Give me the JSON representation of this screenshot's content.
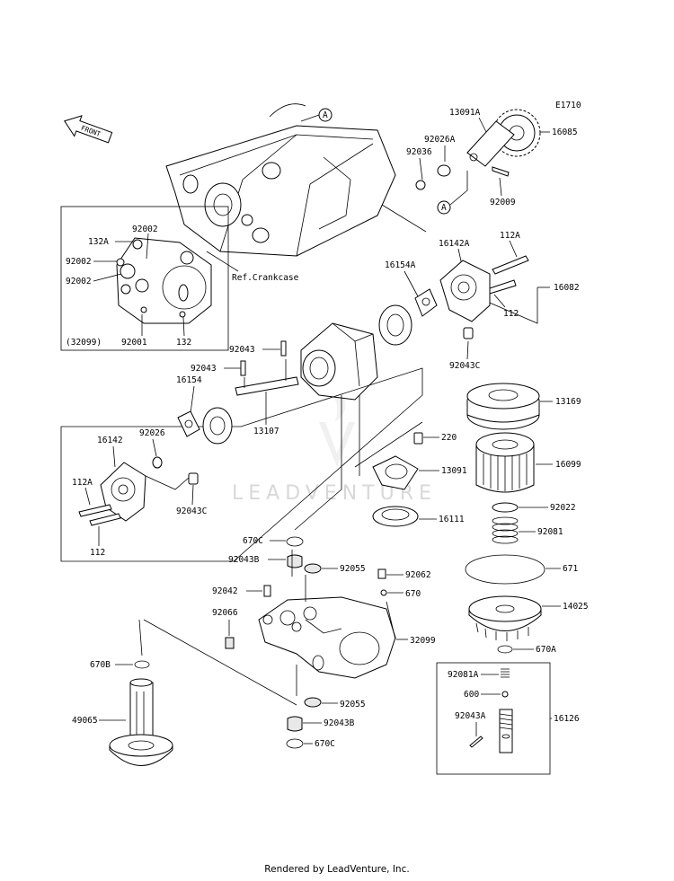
{
  "diagram_code": "E1710",
  "front_label": "FRONT",
  "ref_label": "Ref.Crankcase",
  "watermark": "LEADVENTURE",
  "footer": "Rendered by LeadVenture, Inc.",
  "callout_a": "A",
  "labels": {
    "p13091A": "13091A",
    "p92026A": "92026A",
    "p92036": "92036",
    "p16085": "16085",
    "p92009": "92009",
    "p92002_top": "92002",
    "p132A": "132A",
    "p92002_l1": "92002",
    "p92002_l2": "92002",
    "p32099_paren": "(32099)",
    "p92001": "92001",
    "p132": "132",
    "p16142A": "16142A",
    "p112A_top": "112A",
    "p16154A": "16154A",
    "p16082": "16082",
    "p112_top": "112",
    "p92043C_top": "92043C",
    "p92043_a": "92043",
    "p92043_b": "92043",
    "p16154": "16154",
    "p92026": "92026",
    "p16142": "16142",
    "p13107": "13107",
    "p112A_left": "112A",
    "p92043C_left": "92043C",
    "p112_left": "112",
    "p13169": "13169",
    "p220": "220",
    "p13091": "13091",
    "p16099": "16099",
    "p92022": "92022",
    "p92081": "92081",
    "p16111": "16111",
    "p670C_top": "670C",
    "p92043B_top": "92043B",
    "p92055_top": "92055",
    "p92062": "92062",
    "p670": "670",
    "p671": "671",
    "p92042": "92042",
    "p92066": "92066",
    "p14025": "14025",
    "p32099": "32099",
    "p670A": "670A",
    "p670B": "670B",
    "p92081A": "92081A",
    "p600": "600",
    "p16126": "16126",
    "p92043A": "92043A",
    "p49065": "49065",
    "p92055_bot": "92055",
    "p92043B_bot": "92043B",
    "p670C_bot": "670C"
  }
}
